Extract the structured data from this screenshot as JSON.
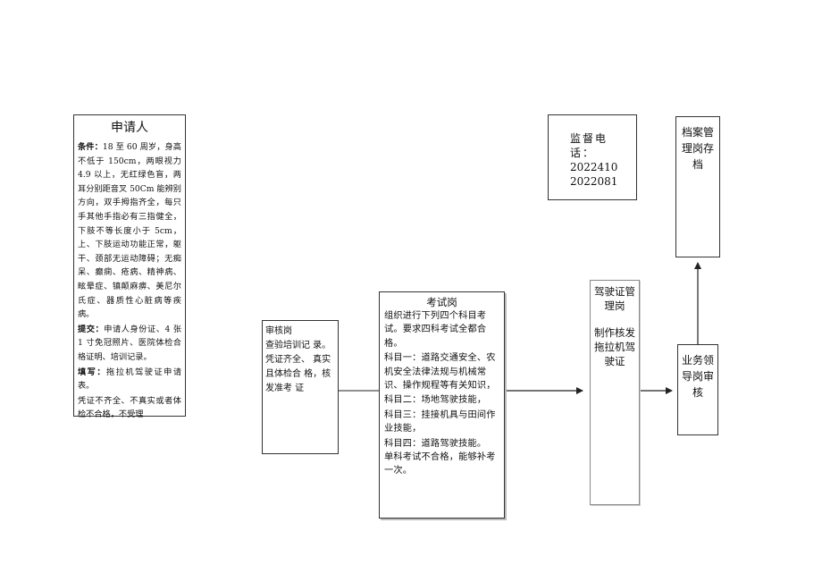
{
  "applicant": {
    "title": "申请人",
    "conditions_label": "条件：",
    "conditions_text": "18 至 60 周岁，身高不低于 150cm，两眼视力 4.9 以上，无红绿色盲，两耳分别距音叉 50Cm 能辨别方向，双手拇指齐全，每只手其他手指必有三指健全，下肢不等长度小于 5cm，上、下肢运动功能正常，躯干、颈部无运动障碍；无痴呆、癫痫、疮病、精神病、眩晕症、镇颠麻痹、美尼尔氏症、器质性心脏病等疾病。",
    "submit_label": "提交：",
    "submit_text": "申请人身份证、4 张 1 寸免冠照片、医院体检合格证明、培训记录。",
    "fill_label": "填写：",
    "fill_text": "拖拉机驾驶证申请表。",
    "reject_text": "凭证不齐全、不真实或者体检不合格，不受理"
  },
  "review": {
    "title": "审核岗",
    "line1": "查验培训记 录。",
    "line2": "凭证齐全、 真实且体检合 格，核发准考 证"
  },
  "exam": {
    "title": "考试岗",
    "intro": "组织进行下列四个科目考试。要求四科考试全都合格。",
    "subject1": "科目一：道路交通安全、农机安全法律法规与机械常识、操作规程等有关知识，",
    "subject2": "科目二：场地驾驶技能，",
    "subject3": "科目三：挂接机具与田间作业技能，",
    "subject4": "科目四：道路驾驶技能。",
    "note": "单科考试不合格，能够补考一次。"
  },
  "license": {
    "title": "驾驶证管理岗",
    "text": "制作核发拖拉机驾驶证"
  },
  "approve": {
    "title": "业务领导岗审核"
  },
  "archive": {
    "title": "档案管理岗存档"
  },
  "supervise": {
    "label": "监督电话：",
    "phone1": "2022410",
    "phone2": "2022081"
  }
}
